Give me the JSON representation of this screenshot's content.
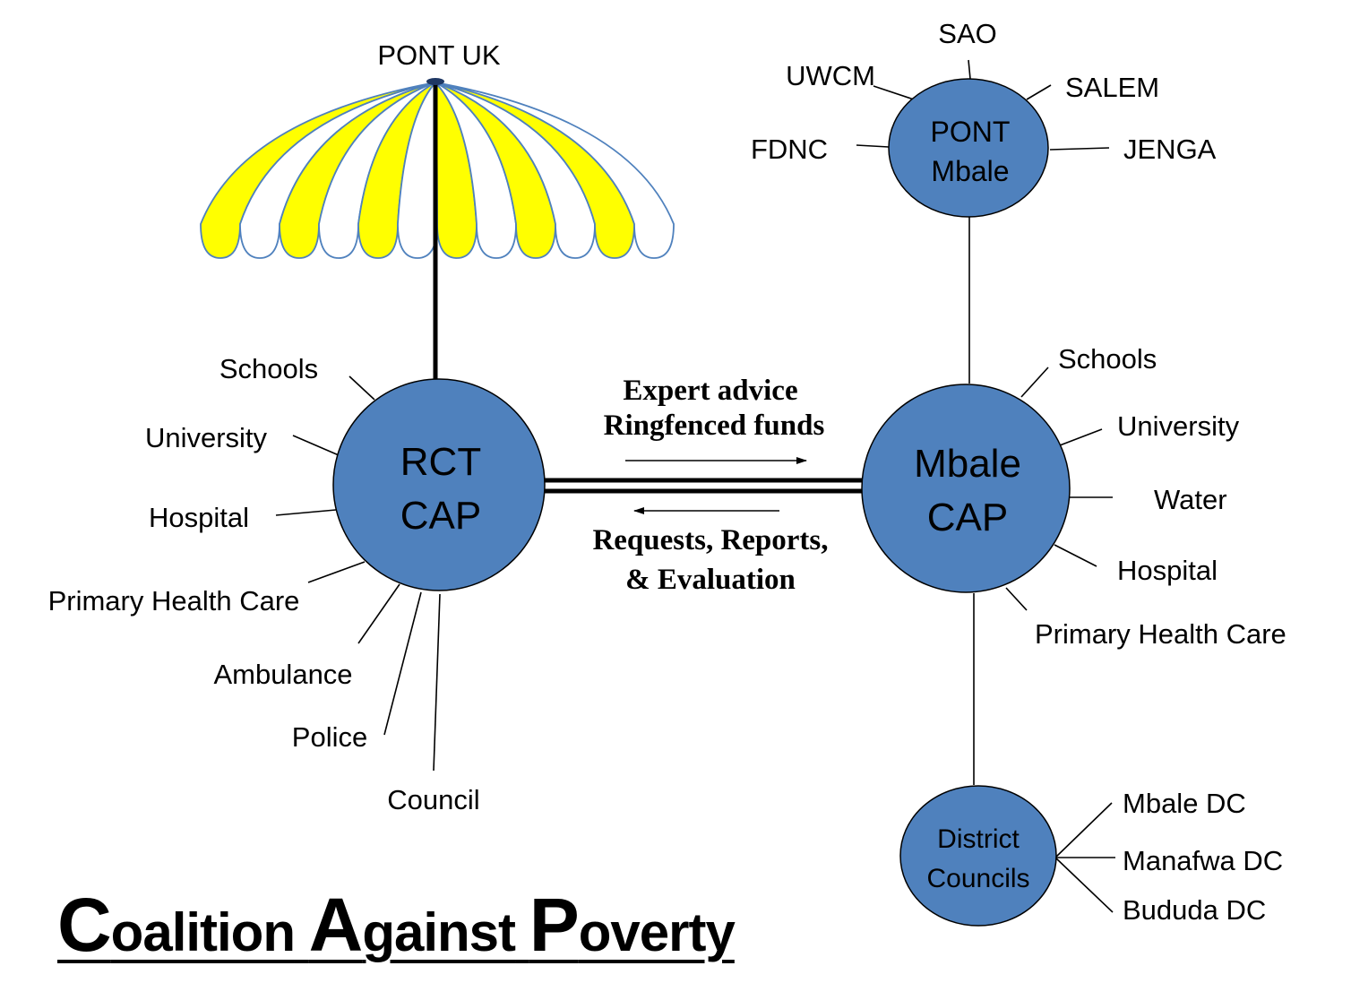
{
  "umbrella": {
    "label": "PONT UK",
    "stripe_color": "#ffff00",
    "outline_color": "#4f81bd"
  },
  "nodes": {
    "rct_cap": {
      "line1": "RCT",
      "line2": "CAP"
    },
    "mbale_cap": {
      "line1": "Mbale",
      "line2": "CAP"
    },
    "pont_mbale": {
      "line1": "PONT",
      "line2": "Mbale"
    },
    "district_councils": {
      "line1": "District",
      "line2": "Councils"
    },
    "fill_color": "#4f81bd"
  },
  "rct_partners": [
    "Schools",
    "University",
    "Hospital",
    "Primary Health Care",
    "Ambulance",
    "Police",
    "Council"
  ],
  "mbale_partners": [
    "Schools",
    "University",
    "Water",
    "Hospital",
    "Primary Health Care"
  ],
  "pont_mbale_partners": [
    "SAO",
    "UWCM",
    "SALEM",
    "FDNC",
    "JENGA"
  ],
  "district_council_members": [
    "Mbale DC",
    "Manafwa DC",
    "Bududa DC"
  ],
  "flows": {
    "to_mbale_line1": "Expert advice",
    "to_mbale_line2": "Ringfenced funds",
    "to_rct_line1": "Requests, Reports,",
    "to_rct_line2": "& Evaluation"
  },
  "title": {
    "w1_first": "C",
    "w1_rest": "oalition",
    "w2_first": "A",
    "w2_rest": "gainst",
    "w3_first": "P",
    "w3_rest": "overty"
  }
}
